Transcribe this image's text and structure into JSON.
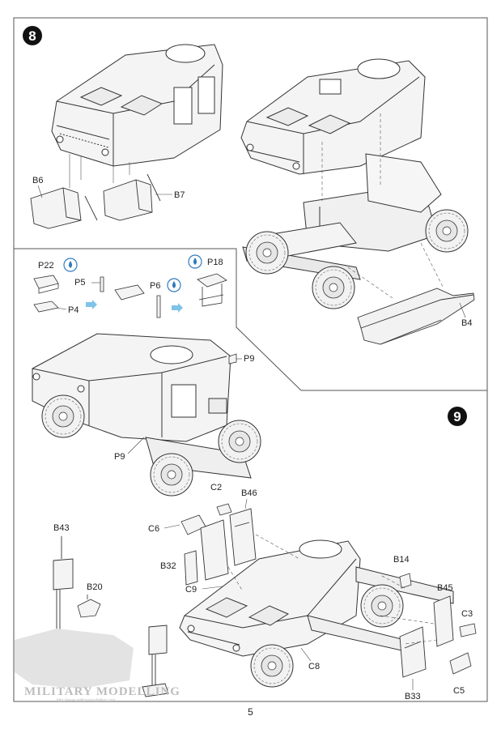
{
  "steps": {
    "step_8": "8",
    "step_9": "9"
  },
  "labels": {
    "B6": "B6",
    "B7": "B7",
    "B4": "B4",
    "P22": "P22",
    "P4": "P4",
    "P5": "P5",
    "P6": "P6",
    "P18": "P18",
    "P9_upper": "P9",
    "P9_lower": "P9",
    "C2": "C2",
    "B46": "B46",
    "C6": "C6",
    "B43": "B43",
    "B32": "B32",
    "B14": "B14",
    "B45": "B45",
    "C9": "C9",
    "B20": "B20",
    "C3": "C3",
    "C8": "C8",
    "B33": "B33",
    "C5": "C5"
  },
  "watermark": {
    "name": "MILITARY MODELLING",
    "url": "http://www.militarymodelling.com"
  },
  "page_number": "5",
  "colors": {
    "line": "#333333",
    "arrow_blue": "#7fc3e8",
    "info_blue": "#2e7bbf",
    "part_fill": "#f4f4f4",
    "watermark": "#bdbdbd"
  },
  "icons": [
    "glue-drop-icon",
    "flow-arrow-icon"
  ]
}
